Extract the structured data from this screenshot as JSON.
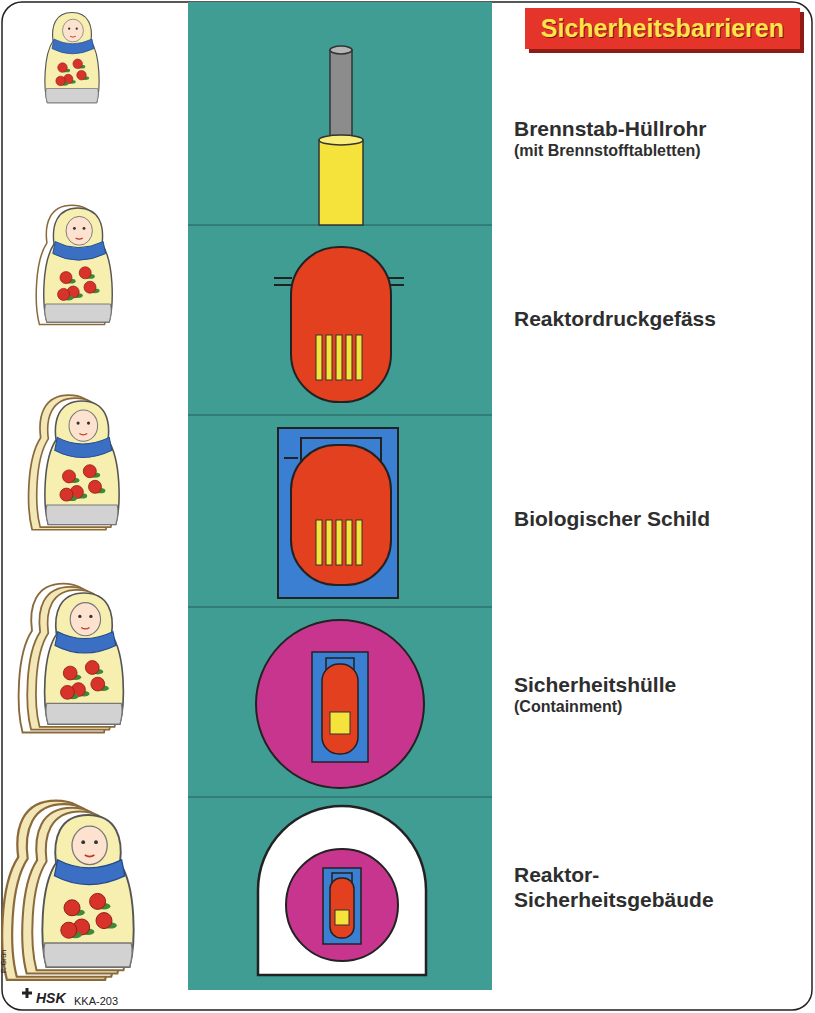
{
  "diagram": {
    "title": "Sicherheitsbarrieren",
    "nodes": [
      {
        "text": [
          "Brennstab-Hüllrohr",
          "(mit Brennstofftabletten)"
        ]
      },
      {
        "text": [
          "Reaktordruckgefäss"
        ]
      },
      {
        "text": [
          "Biologischer Schild"
        ]
      },
      {
        "text": [
          "Sicherheitshülle",
          "(Containment)"
        ]
      },
      {
        "text": [
          "Reaktor- Sicherheitsgebäude"
        ]
      }
    ],
    "labels": [
      "HSK",
      "KKA-203",
      "P. Grün"
    ]
  }
}
